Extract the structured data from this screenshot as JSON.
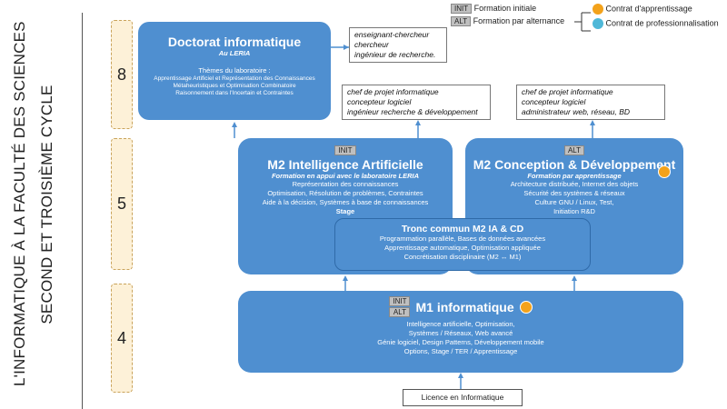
{
  "side_title": {
    "line1": "L'INFORMATIQUE À LA FACULTÉ DES SCIENCES",
    "line2": "SECOND ET TROISIÈME CYCLE"
  },
  "levels": [
    "8",
    "5",
    "4"
  ],
  "legend": {
    "init_tag": "INIT",
    "init_label": "Formation initiale",
    "alt_tag": "ALT",
    "alt_label": "Formation par alternance",
    "apprentissage_label": "Contrat d'apprentissage",
    "pro_label": "Contrat de professionnalisation"
  },
  "doctorat": {
    "title": "Doctorat informatique",
    "subtitle": "Au LERIA",
    "themes_heading": "Thèmes du laboratoire :",
    "themes": [
      "Apprentissage Artificiel et Représentation des Connaissances",
      "Métaheuristiques et Optimisation Combinatoire",
      "Raisonnement dans l'Incertain et Contraintes"
    ]
  },
  "jobs_doctorat": [
    "enseignant-chercheur",
    "chercheur",
    "ingénieur de recherche."
  ],
  "jobs_ia": [
    "chef de projet informatique",
    "concepteur logiciel",
    "ingénieur recherche & développement"
  ],
  "jobs_cd": [
    "chef de projet informatique",
    "concepteur logiciel",
    "administrateur web, réseau, BD"
  ],
  "m2_ia": {
    "tag": "INIT",
    "title": "M2 Intelligence Artificielle",
    "subtitle": "Formation en appui avec le laboratoire LERIA",
    "lines": [
      "Représentation des connaissances",
      "Optimisation, Résolution de problèmes, Contraintes",
      "Aide à la décision, Systèmes à base de connaissances"
    ],
    "stage": "Stage"
  },
  "m2_cd": {
    "tag": "ALT",
    "title": "M2 Conception & Développement",
    "subtitle": "Formation par apprentissage",
    "lines": [
      "Architecture distribuée, Internet des objets",
      "Sécurité des systèmes & réseaux",
      "Culture GNU / Linux, Test,",
      "Initiation R&D"
    ]
  },
  "tronc": {
    "title": "Tronc commun M2 IA & CD",
    "lines": [
      "Programmation parallèle, Bases de données avancées",
      "Apprentissage automatique, Optimisation appliquée",
      "Concrétisation disciplinaire (M2 ↔ M1)"
    ]
  },
  "m1": {
    "tag_init": "INIT",
    "tag_alt": "ALT",
    "title": "M1 informatique",
    "lines": [
      "Intelligence artificielle, Optimisation,",
      "Systèmes / Réseaux, Web avancé",
      "Génie logiciel, Design Patterns, Développement mobile",
      "Options, Stage / TER / Apprentissage"
    ]
  },
  "licence": "Licence en Informatique",
  "colors": {
    "box_blue": "#4f8fd0",
    "level_fill": "#fdf1d8",
    "apprentissage_icon": "#f3a21b",
    "pro_icon": "#4fb8d8"
  }
}
